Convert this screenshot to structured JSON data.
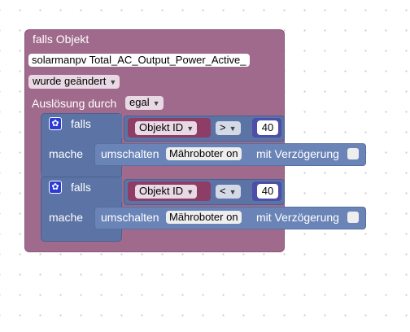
{
  "colors": {
    "event_block": "#a06a8d",
    "control_block": "#5b73a5",
    "action_block": "#6a84b8",
    "object_block": "#8e3e66",
    "number_block": "#4d4ea8"
  },
  "outer": {
    "title": "falls Objekt",
    "object_value": "solarmanpv Total_AC_Output_Power_Active_",
    "trigger": "wurde geändert",
    "trigger_label": "Auslösung durch",
    "trigger_value": "egal"
  },
  "if_blocks": [
    {
      "if_label": "falls",
      "object_label": "Objekt ID",
      "operator": ">",
      "value": "40",
      "do_label": "mache",
      "action_label": "umschalten",
      "target": "Mähroboter on",
      "delay_label": "mit Verzögerung"
    },
    {
      "if_label": "falls",
      "object_label": "Objekt ID",
      "operator": "<",
      "value": "40",
      "do_label": "mache",
      "action_label": "umschalten",
      "target": "Mähroboter on",
      "delay_label": "mit Verzögerung"
    }
  ],
  "icons": {
    "gear": "gear-icon",
    "dropdown": "dropdown-arrow-icon"
  }
}
